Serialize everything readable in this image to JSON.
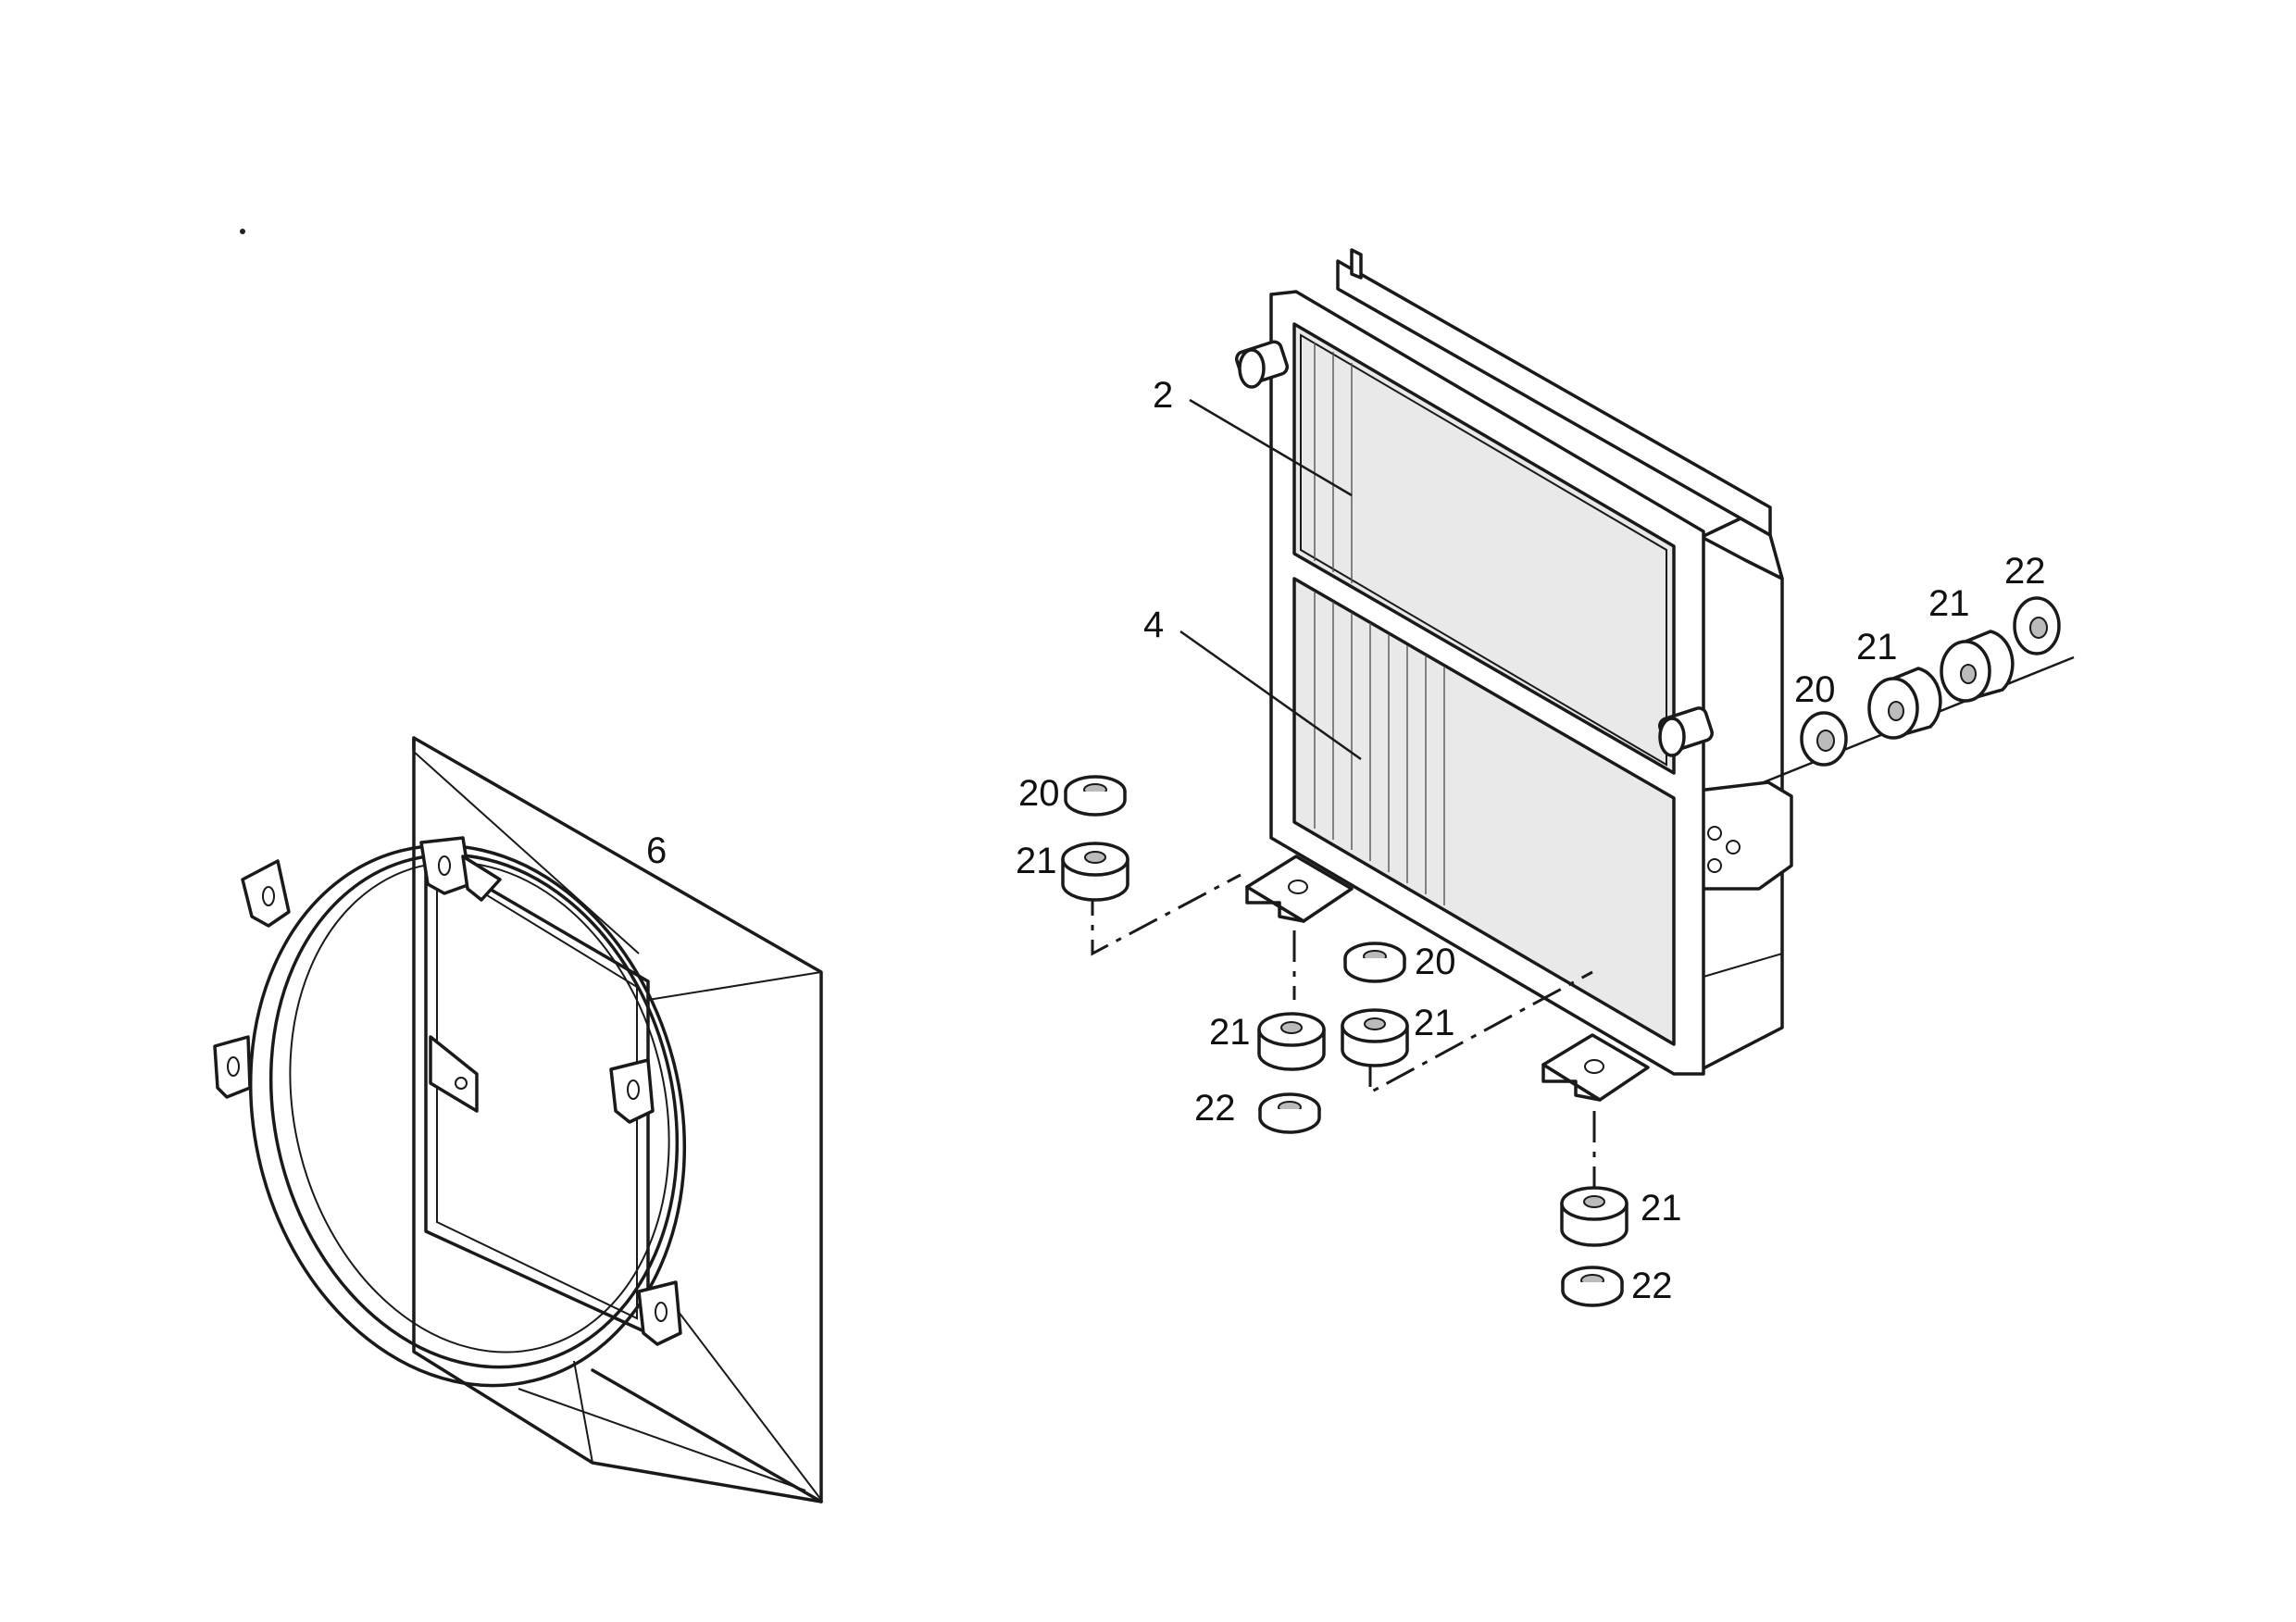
{
  "callouts": {
    "fan_shroud": "6",
    "radiator_upper": "2",
    "radiator_lower": "4",
    "washer_a": "20",
    "mount_a": "21",
    "washer_b": "22",
    "side_washer_20": "20",
    "side_mount_21_a": "21",
    "side_mount_21_b": "21",
    "side_washer_22": "22",
    "left_washer_20": "20",
    "left_mount_21": "21",
    "mid_washer_20": "20",
    "mid_mount_21_left": "21",
    "mid_mount_21_right": "21",
    "mid_washer_22": "22",
    "right_mount_21": "21",
    "right_washer_22": "22"
  }
}
